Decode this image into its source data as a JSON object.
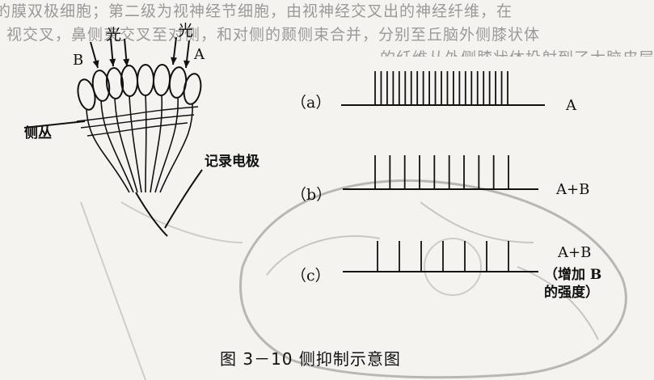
{
  "background_text": [
    "的膜双极细胞；第二级为视神经节细胞，由视神经交叉出的神经纤维，在",
    "视交叉，鼻侧束交叉至对侧，和对侧的颞侧束合并，分别至丘脑外侧膝状体",
    "的纤维从外侧膝状体投射到了大脑皮层中的纹状区（图"
  ],
  "figure": {
    "light_label": "光",
    "label_a": "A",
    "label_b": "B",
    "plexus_label": "侧丛",
    "electrode_label": "记录电极",
    "caption": "图 3－10   侧抑制示意图"
  },
  "chart_data": [
    {
      "tag": "（a）",
      "name": "A",
      "spike_count": 23
    },
    {
      "tag": "（b）",
      "name": "A+B",
      "spike_count": 10
    },
    {
      "tag": "（c）",
      "name": "A+B",
      "note_line1": "（增加 B",
      "note_line2": "的强度）",
      "spike_count": 7
    }
  ]
}
